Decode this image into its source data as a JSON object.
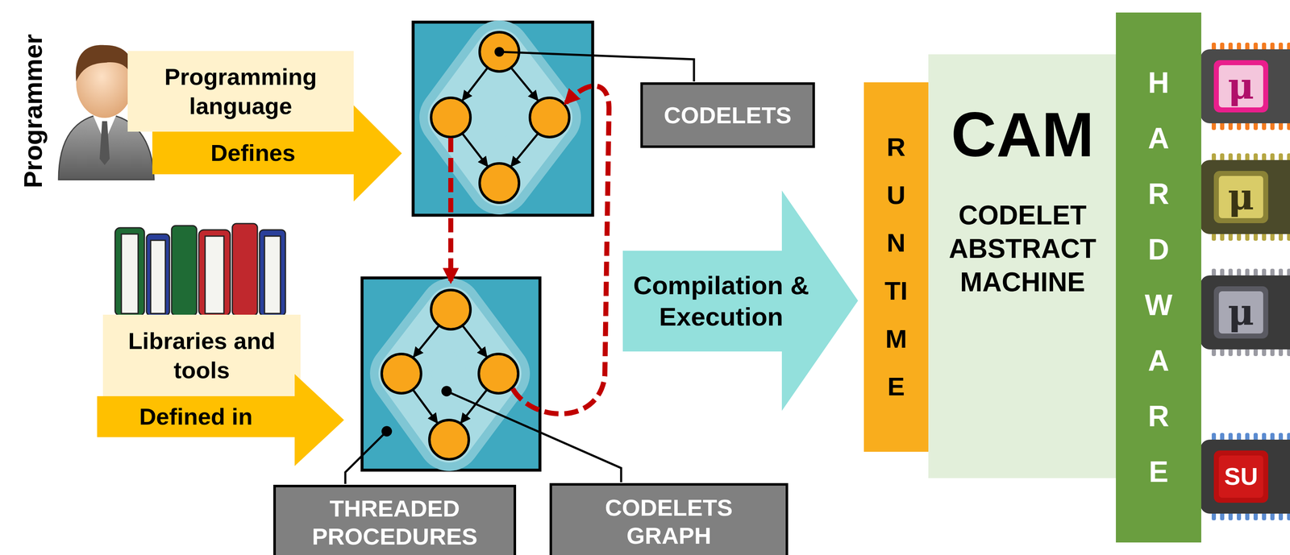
{
  "diagram": {
    "nodes": [
      {
        "text": [
          "Programming language"
        ]
      },
      {
        "text": [
          "Defines"
        ]
      },
      {
        "text": [
          "CODELETS"
        ]
      },
      {
        "text": [
          "Libraries and tools"
        ]
      },
      {
        "text": [
          "Defined in"
        ]
      },
      {
        "text": [
          "THREADED PROCEDURES"
        ]
      },
      {
        "text": [
          "CODELETS GRAPH"
        ]
      },
      {
        "text": [
          "Compilation & Execution"
        ]
      },
      {
        "text": [
          "RUNTIME"
        ]
      },
      {
        "text": [
          "CAM",
          "CODELET ABSTRACT MACHINE"
        ]
      },
      {
        "text": [
          "HARDWARE"
        ]
      }
    ],
    "labels": [
      "Programmer",
      "μ",
      "μ",
      "μ",
      "SU"
    ]
  }
}
